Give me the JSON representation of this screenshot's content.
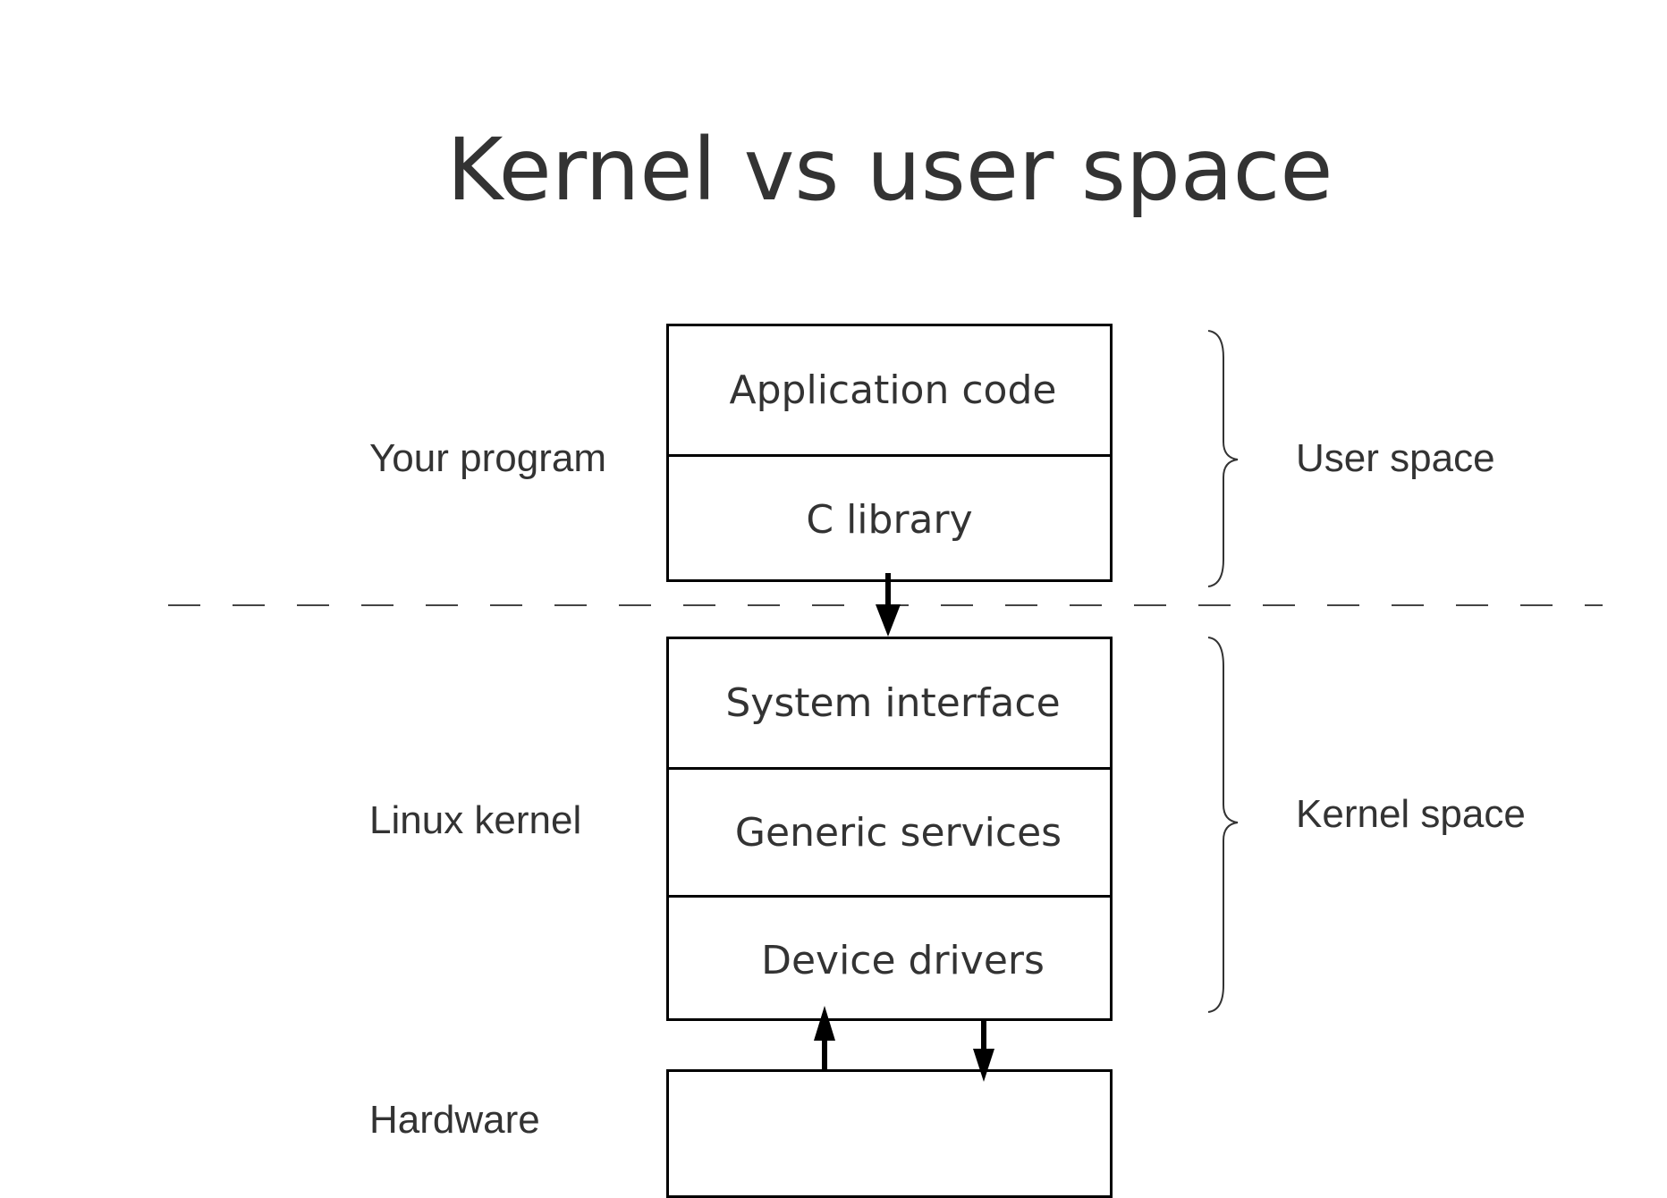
{
  "title": "Kernel vs user space",
  "left_labels": {
    "your_program": "Your program",
    "linux_kernel": "Linux kernel",
    "hardware": "Hardware"
  },
  "right_labels": {
    "user_space": "User space",
    "kernel_space": "Kernel space"
  },
  "user_stack": {
    "application_code": "Application code",
    "c_library": "C library"
  },
  "kernel_stack": {
    "system_interface": "System interface",
    "generic_services": "Generic services",
    "device_drivers": "Device drivers"
  },
  "hardware_box": ""
}
